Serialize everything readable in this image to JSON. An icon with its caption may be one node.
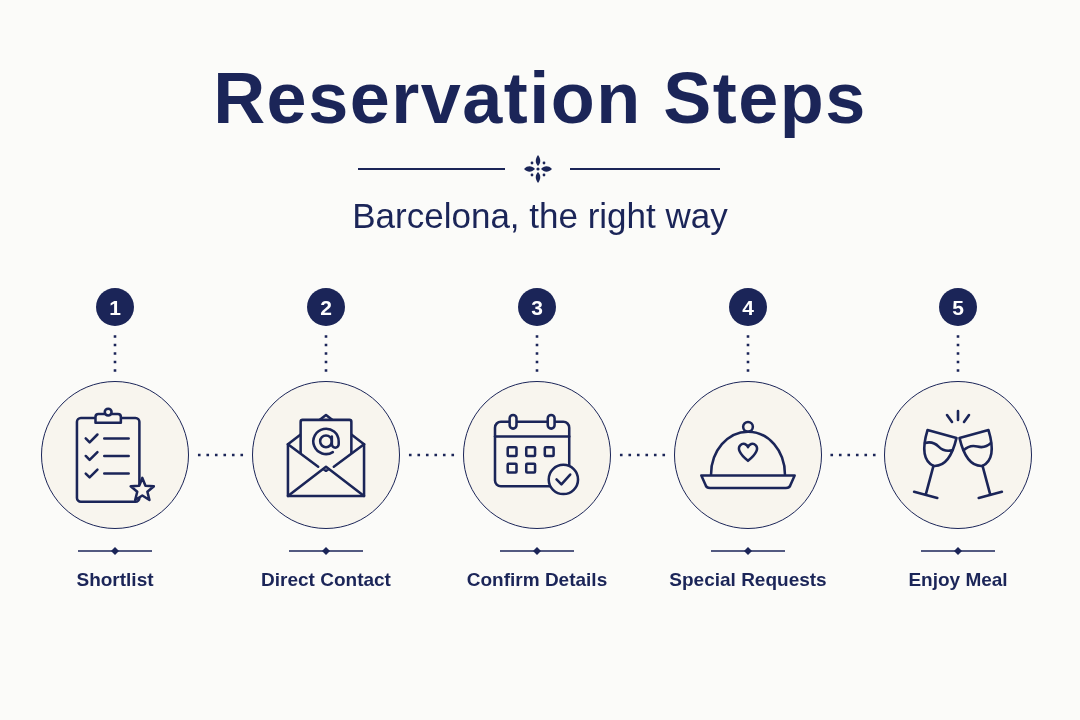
{
  "diagram": {
    "title": "Reservation Steps",
    "nodes": [
      {
        "text": [
          "1"
        ]
      },
      {
        "text": [
          "2"
        ]
      },
      {
        "text": [
          "3"
        ]
      },
      {
        "text": [
          "4"
        ]
      },
      {
        "text": [
          "5"
        ]
      },
      {
        "text": [
          "Shortlist"
        ]
      },
      {
        "text": [
          "Direct Contact"
        ]
      },
      {
        "text": [
          "Confirm Details"
        ]
      },
      {
        "text": [
          "Special Requests"
        ]
      },
      {
        "text": [
          "Enjoy Meal"
        ]
      }
    ],
    "edges": [
      {
        "from": 0,
        "to": 5,
        "arrow": "none",
        "style": "dashed"
      },
      {
        "from": 1,
        "to": 6,
        "arrow": "none",
        "style": "dashed"
      },
      {
        "from": 2,
        "to": 7,
        "arrow": "none",
        "style": "dashed"
      },
      {
        "from": 3,
        "to": 8,
        "arrow": "none",
        "style": "dashed"
      },
      {
        "from": 4,
        "to": 9,
        "arrow": "none",
        "style": "dashed"
      },
      {
        "from": 5,
        "to": 6,
        "arrow": "none",
        "style": "dashed"
      },
      {
        "from": 6,
        "to": 7,
        "arrow": "none",
        "style": "dashed"
      },
      {
        "from": 7,
        "to": 8,
        "arrow": "none",
        "style": "dashed"
      },
      {
        "from": 8,
        "to": 9,
        "arrow": "none",
        "style": "dashed"
      }
    ],
    "labels": [
      "Barcelona, the right way"
    ]
  }
}
